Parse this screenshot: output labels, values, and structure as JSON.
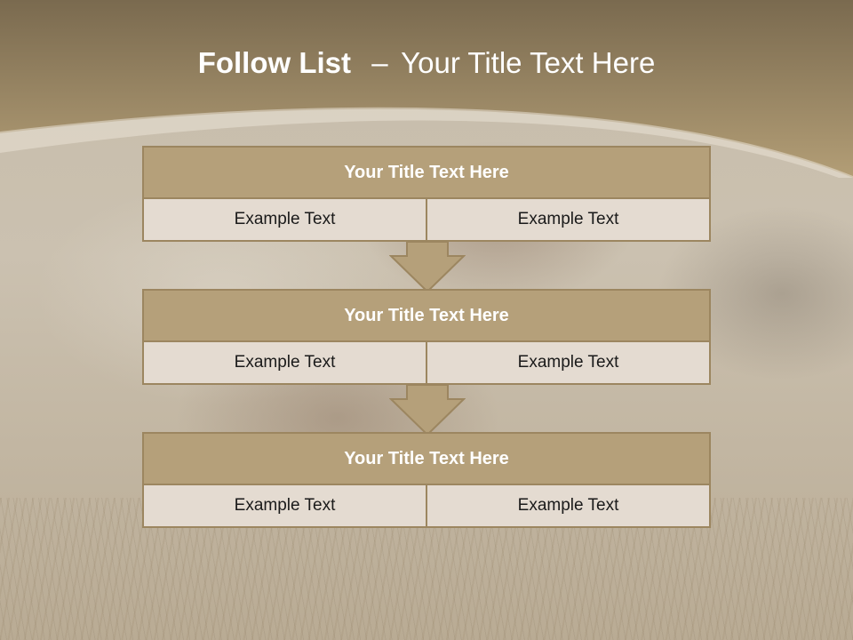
{
  "colors": {
    "band_dark": "#7d6b4f",
    "band_light": "#b19c74",
    "block_header": "#b5a07a",
    "block_border": "#9c8660",
    "block_cell": "#e4dbd1",
    "title_text": "#ffffff"
  },
  "title": {
    "bold": "Follow List",
    "dash": "–",
    "rest": "Your Title Text Here"
  },
  "blocks": [
    {
      "title": "Your Title Text Here",
      "left": "Example Text",
      "right": "Example Text"
    },
    {
      "title": "Your Title Text Here",
      "left": "Example Text",
      "right": "Example Text"
    },
    {
      "title": "Your Title Text Here",
      "left": "Example Text",
      "right": "Example Text"
    }
  ],
  "icons": [
    "down-arrow-icon",
    "down-arrow-icon"
  ]
}
